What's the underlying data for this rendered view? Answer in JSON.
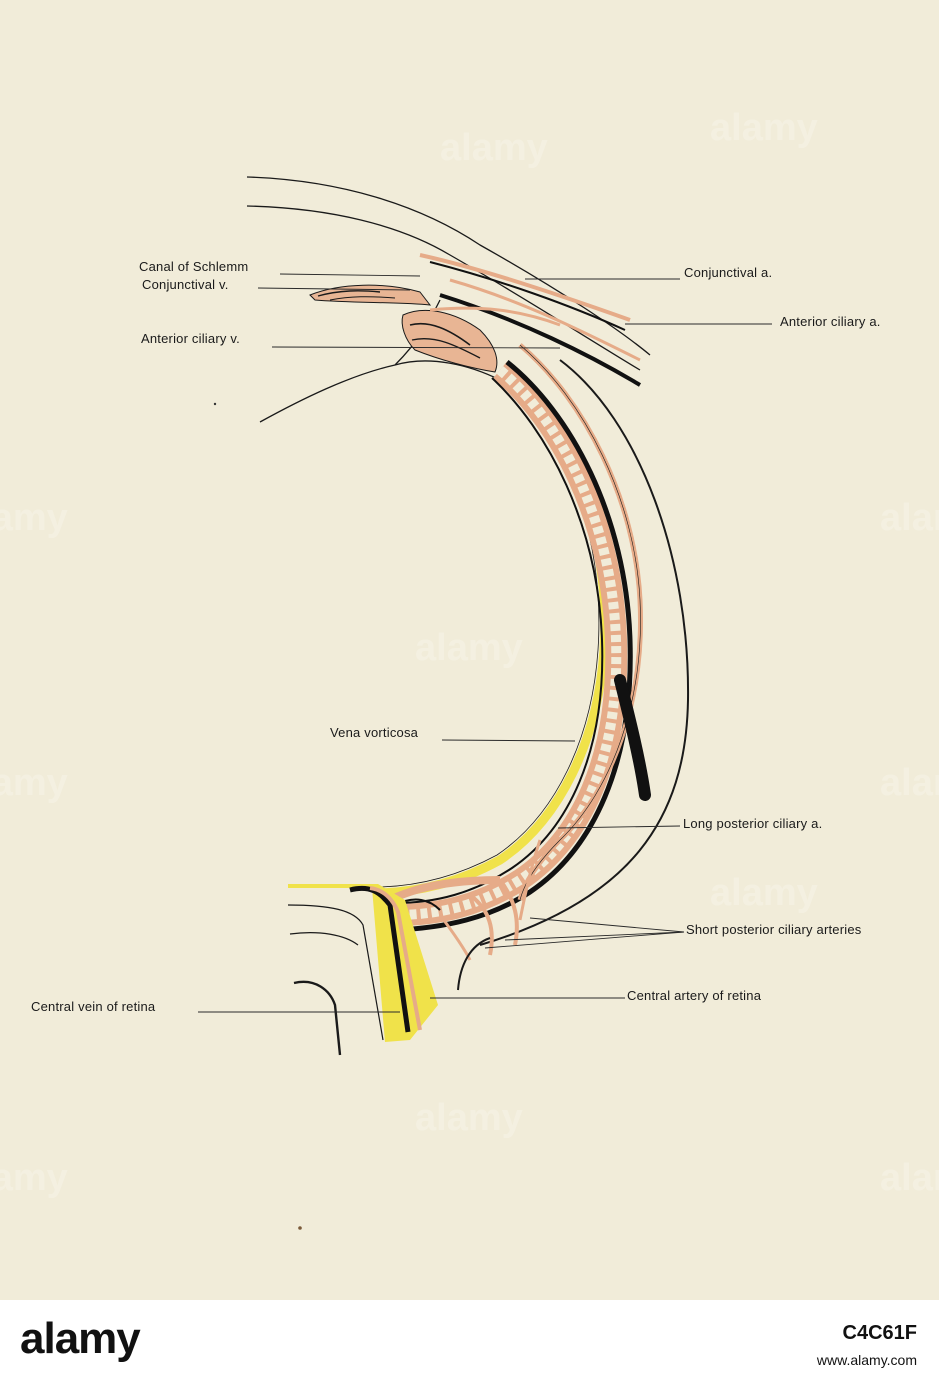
{
  "labels": {
    "canal_of_schlemm": "Canal of Schlemm",
    "conjunctival_v": "Conjunctival v.",
    "anterior_ciliary_v": "Anterior ciliary v.",
    "conjunctival_a": "Conjunctival a.",
    "anterior_ciliary_a": "Anterior ciliary a.",
    "vena_vorticosa": "Vena vorticosa",
    "long_posterior_ciliary_a": "Long posterior ciliary a.",
    "short_posterior_ciliary_arteries": "Short posterior ciliary arteries",
    "central_artery_of_retina": "Central artery of retina",
    "central_vein_of_retina": "Central vein of retina"
  },
  "watermark": "alamy",
  "footer": {
    "logo": "alamy",
    "image_id": "C4C61F",
    "site": "www.alamy.com"
  },
  "colors": {
    "paper": "#f1ecd9",
    "artery": "#e2a27e",
    "vein": "#111111",
    "retina": "#f0e24a"
  }
}
